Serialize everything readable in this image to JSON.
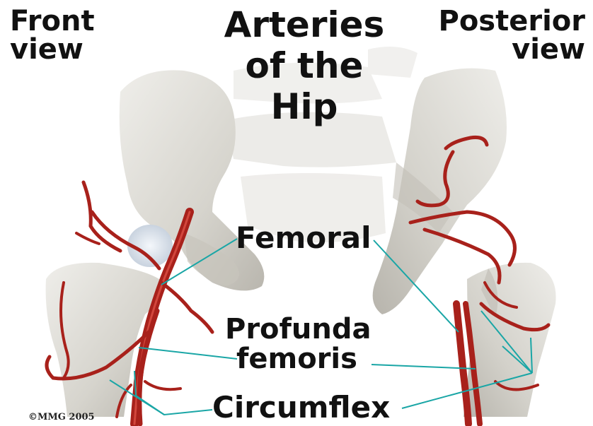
{
  "title": {
    "line1": "Arteries",
    "line2": "of the",
    "line3": "Hip"
  },
  "views": {
    "front": {
      "line1": "Front",
      "line2": "view"
    },
    "posterior": {
      "line1": "Posterior",
      "line2": "view"
    }
  },
  "labels": {
    "femoral": "Femoral",
    "profunda_line1": "Profunda",
    "profunda_line2": "femoris",
    "circumflex": "Circumflex"
  },
  "copyright": "©MMG 2005",
  "colors": {
    "bone": "#dcdad4",
    "bone_shadow": "#b9b6ae",
    "artery": "#a8211b",
    "artery_highlight": "#d2473d",
    "leader_line": "#1aa6a6",
    "text": "#111111"
  }
}
